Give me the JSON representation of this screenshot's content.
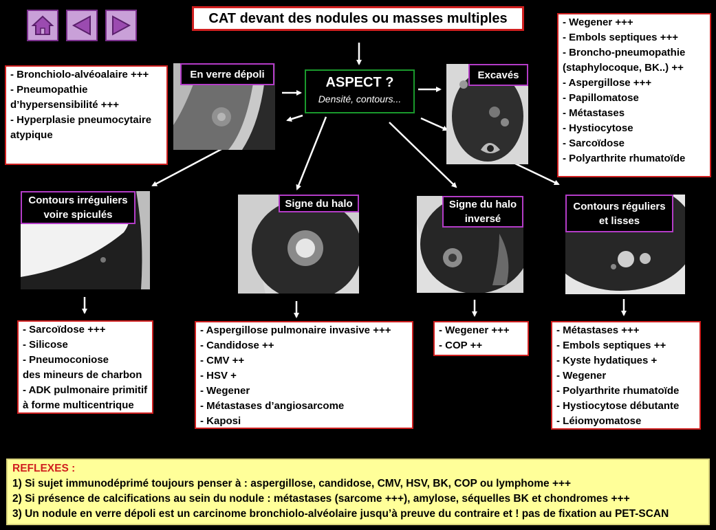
{
  "title": "CAT devant des nodules ou masses multiples",
  "aspect": {
    "title": "ASPECT ?",
    "subtitle": "Densité, contours..."
  },
  "nav": {
    "home": "home-icon",
    "back": "triangle-left-icon",
    "forward": "triangle-right-icon"
  },
  "verre_depoli": {
    "label": "En verre dépoli",
    "causes": [
      "- Bronchiolo-alvéoalaire +++",
      "- Pneumopathie",
      "d’hypersensibilité +++",
      "- Hyperplasie pneumocytaire",
      "atypique"
    ]
  },
  "excaves": {
    "label": "Excavés",
    "causes": [
      "- Wegener +++",
      "- Embols septiques +++",
      "- Broncho-pneumopathie",
      "(staphylocoque, BK..) ++",
      "- Aspergillose +++",
      "- Papillomatose",
      "- Métastases",
      "- Hystiocytose",
      "- Sarcoïdose",
      "- Polyarthrite rhumatoïde"
    ]
  },
  "irreguliers": {
    "label_line1": "Contours irréguliers",
    "label_line2": "voire spiculés",
    "causes": [
      "- Sarcoïdose +++",
      "- Silicose",
      "- Pneumoconiose",
      "des mineurs de charbon",
      "- ADK pulmonaire primitif",
      "à forme multicentrique"
    ]
  },
  "halo": {
    "label": "Signe du halo",
    "causes": [
      "- Aspergillose pulmonaire invasive +++",
      "- Candidose ++",
      "- CMV ++",
      "- HSV +",
      "- Wegener",
      "- Métastases d’angiosarcome",
      "- Kaposi"
    ]
  },
  "halo_inverse": {
    "label_line1": "Signe du halo",
    "label_line2": "inversé",
    "causes": [
      "- Wegener +++",
      "- COP ++"
    ]
  },
  "reguliers": {
    "label_line1": "Contours réguliers",
    "label_line2": "et lisses",
    "causes": [
      "- Métastases +++",
      "- Embols septiques ++",
      "- Kyste hydatiques +",
      "- Wegener",
      "- Polyarthrite rhumatoïde",
      "- Hystiocytose débutante",
      "- Léiomyomatose"
    ]
  },
  "reflexes": {
    "heading": "REFLEXES :",
    "lines": [
      "1) Si sujet immunodéprimé toujours penser à : aspergillose, candidose, CMV, HSV, BK, COP ou lymphome +++",
      "2) Si présence de calcifications au sein du nodule : métastases (sarcome +++), amylose, séquelles BK et chondromes +++",
      "3) Un nodule en verre dépoli est un carcinome bronchiolo-alvéolaire jusqu’à preuve du contraire et ! pas de fixation au PET-SCAN"
    ]
  },
  "colors": {
    "accent_red": "#d01f1f",
    "label_border": "#b43cc8",
    "aspect_border": "#1a9a2c",
    "reflex_bg": "#ffff99",
    "nav_bg": "#c9a0d8"
  }
}
